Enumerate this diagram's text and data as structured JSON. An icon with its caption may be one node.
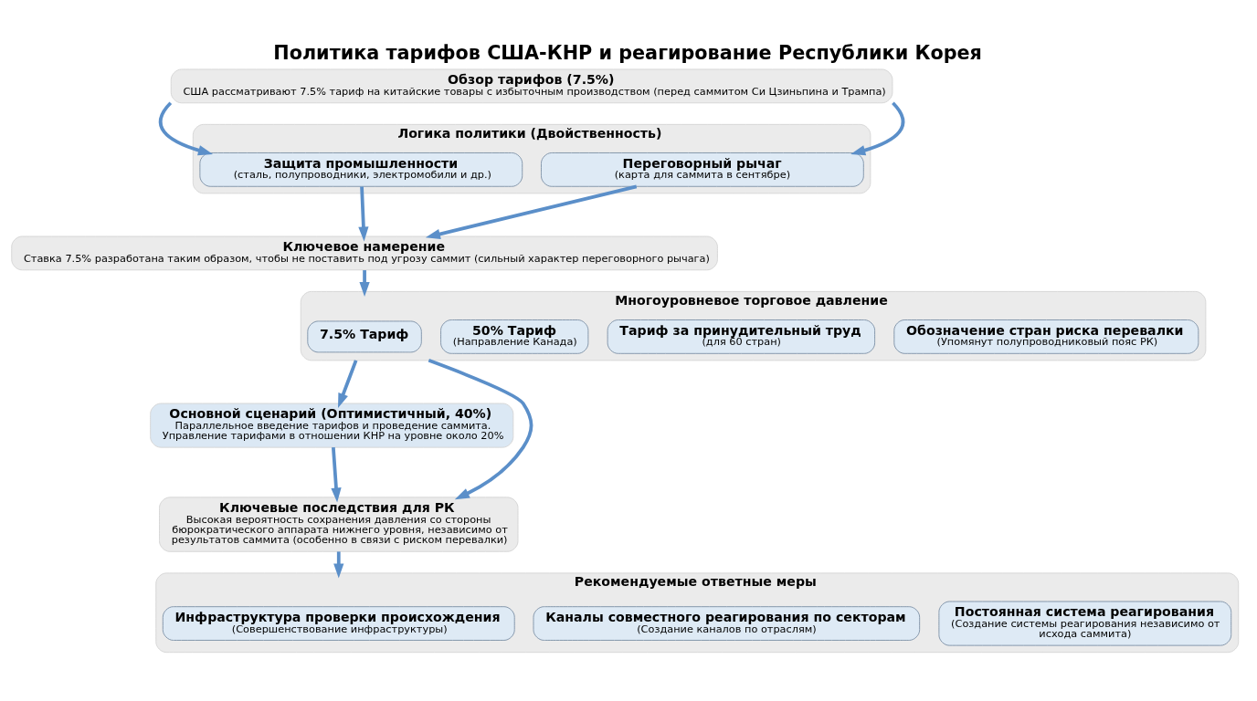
{
  "diagram": {
    "title": "Политика тарифов США-КНР и реагирование Республики Корея",
    "nodes": [
      {
        "text": [
          "Обзор тарифов (7.5%)",
          "США рассматривают 7.5% тариф на китайские товары с избыточным производством (перед саммитом Си Цзиньпина и Трампа)"
        ]
      },
      {
        "text": [
          "Логика политики (Двойственность)"
        ]
      },
      {
        "text": [
          "Защита промышленности",
          "(сталь, полупроводники, электромобили и др.)"
        ],
        "in": 1
      },
      {
        "text": [
          "Переговорный рычаг",
          "(карта для саммита в сентябре)"
        ],
        "in": 1
      },
      {
        "text": [
          "Ключевое намерение",
          "Ставка 7.5% разработана таким образом, чтобы не поставить под угрозу саммит (сильный характер переговорного рычага)"
        ]
      },
      {
        "text": [
          "Многоуровневое торговое давление"
        ]
      },
      {
        "text": [
          "7.5% Тариф"
        ],
        "in": 5
      },
      {
        "text": [
          "50% Тариф",
          "(Направление Канада)"
        ],
        "in": 5
      },
      {
        "text": [
          "Тариф за принудительный труд",
          "(для 60 стран)"
        ],
        "in": 5
      },
      {
        "text": [
          "Обозначение стран риска перевалки",
          "(Упомянут полупроводниковый пояс РК)"
        ],
        "in": 5
      },
      {
        "text": [
          "Основной сценарий (Оптимистичный, 40%)",
          "Параллельное введение тарифов и проведение саммита. Управление тарифами в отношении КНР на уровне около 20%"
        ]
      },
      {
        "text": [
          "Ключевые последствия для РК",
          "Высокая вероятность сохранения давления со стороны бюрократического аппарата нижнего уровня, независимо от результатов саммита (особенно в связи с риском перевалки)"
        ]
      },
      {
        "text": [
          "Рекомендуемые ответные меры"
        ]
      },
      {
        "text": [
          "Инфраструктура проверки происхождения",
          "(Совершенствование инфраструктуры)"
        ],
        "in": 12
      },
      {
        "text": [
          "Каналы совместного реагирования по секторам",
          "(Создание каналов по отраслям)"
        ],
        "in": 12
      },
      {
        "text": [
          "Постоянная система реагирования",
          "(Создание системы реагирования независимо от исхода саммита)"
        ],
        "in": 12
      }
    ],
    "edges": [
      {
        "from": 0,
        "to": 2,
        "arrow": "to"
      },
      {
        "from": 0,
        "to": 3,
        "arrow": "to"
      },
      {
        "from": 2,
        "to": 4,
        "arrow": "to"
      },
      {
        "from": 3,
        "to": 4,
        "arrow": "to"
      },
      {
        "from": 4,
        "to": 5,
        "arrow": "to"
      },
      {
        "from": 5,
        "to": 10,
        "arrow": "to"
      },
      {
        "from": 5,
        "to": 11,
        "arrow": "to"
      },
      {
        "from": 10,
        "to": 11,
        "arrow": "to"
      },
      {
        "from": 11,
        "to": 12,
        "arrow": "to"
      }
    ]
  }
}
